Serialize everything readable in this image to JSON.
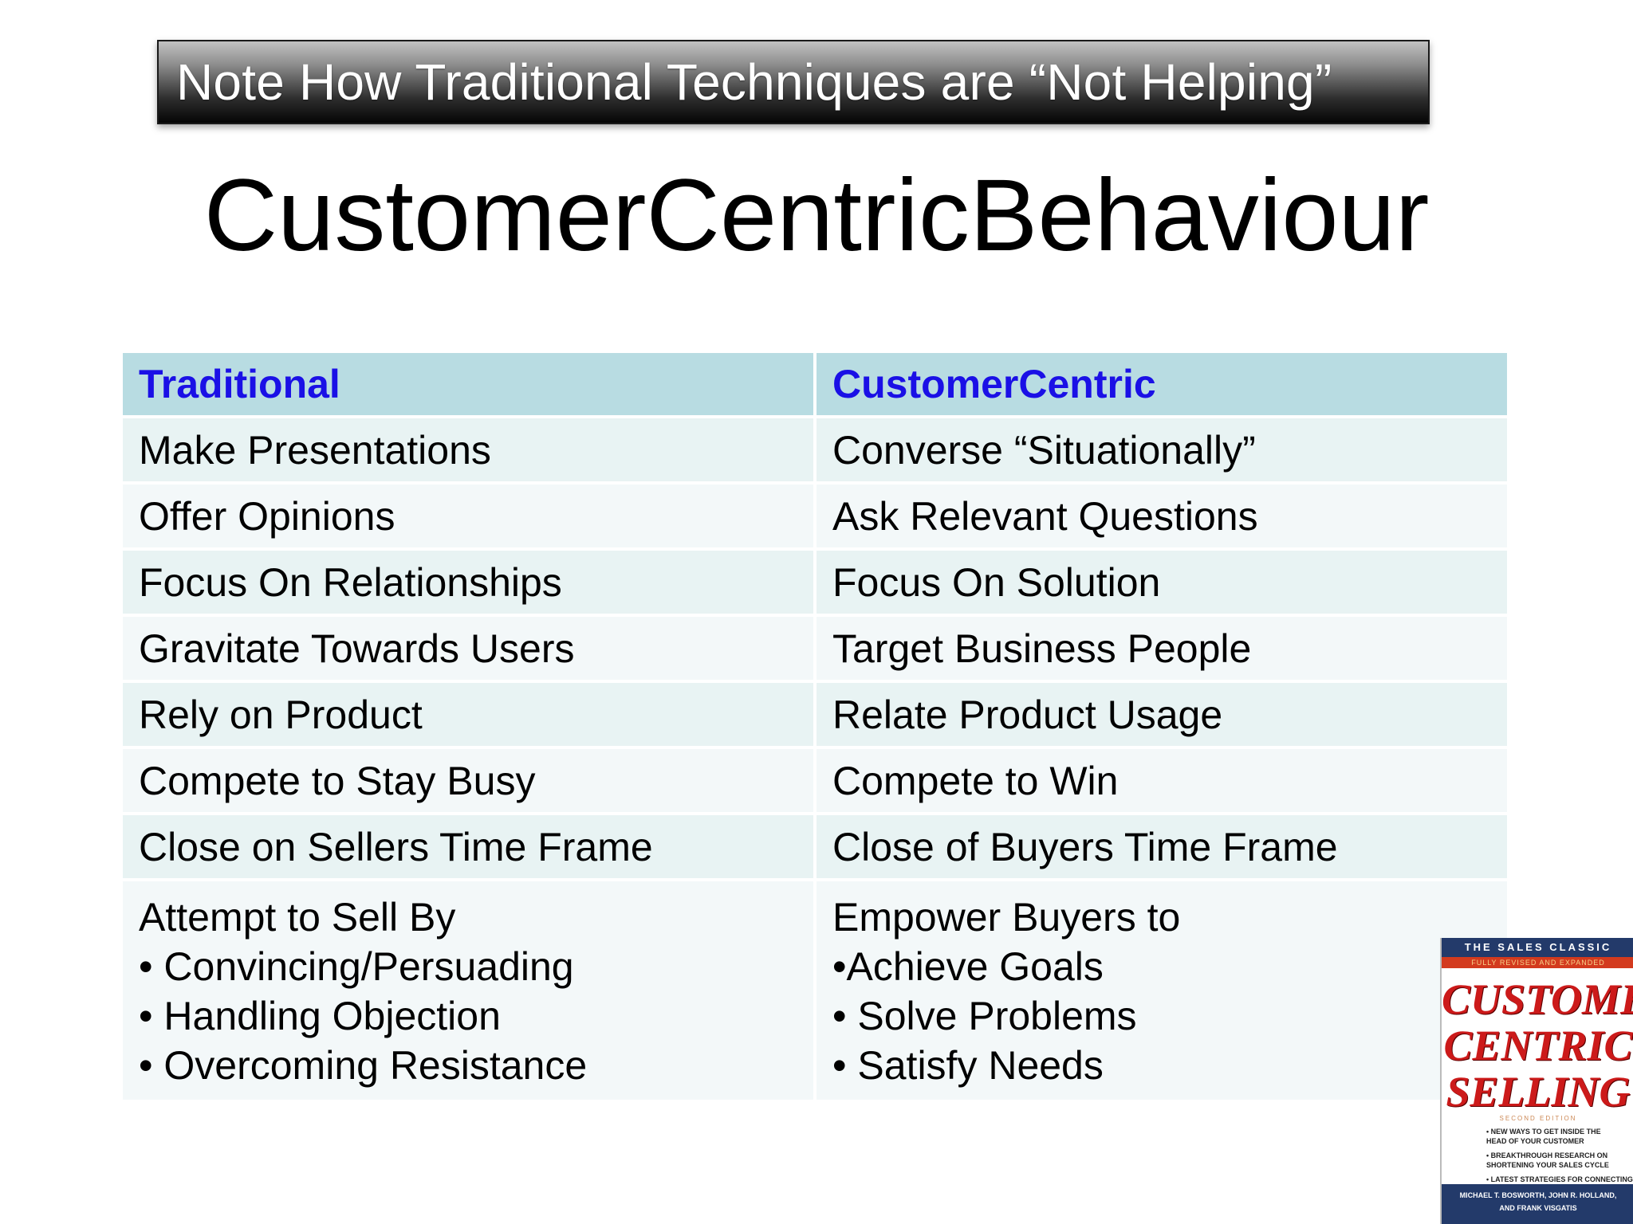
{
  "banner": {
    "text": "Note How Traditional Techniques are “Not Helping”"
  },
  "title": "CustomerCentricBehaviour",
  "table": {
    "headers": [
      "Traditional",
      "CustomerCentric"
    ],
    "rows": [
      [
        "Make Presentations",
        "Converse “Situationally”"
      ],
      [
        "Offer Opinions",
        "Ask Relevant Questions"
      ],
      [
        "Focus On Relationships",
        "Focus On Solution"
      ],
      [
        "Gravitate Towards Users",
        "Target Business People"
      ],
      [
        "Rely on Product",
        "Relate Product Usage"
      ],
      [
        "Compete to Stay Busy",
        "Compete to Win"
      ],
      [
        "Close on Sellers Time Frame",
        "Close of Buyers Time Frame"
      ]
    ],
    "last_row": {
      "left": [
        "Attempt to Sell By",
        "• Convincing/Persuading",
        "• Handling Objection",
        "• Overcoming Resistance"
      ],
      "right": [
        "Empower Buyers to",
        "•Achieve Goals",
        "• Solve Problems",
        "• Satisfy Needs"
      ]
    }
  },
  "book_cover": {
    "top_band": "THE SALES CLASSIC",
    "sub_band": "FULLY REVISED AND EXPANDED",
    "title_lines": [
      "CUSTOMER",
      "CENTRIC",
      "SELLING"
    ],
    "edition": "SECOND EDITION",
    "bullets": [
      "• NEW WAYS TO GET INSIDE THE\nHEAD OF YOUR CUSTOMER",
      "• BREAKTHROUGH RESEARCH ON\nSHORTENING YOUR SALES CYCLE",
      "• LATEST STRATEGIES FOR CONNECTING\nWITH YOUR CUSTOMERS ONLINE"
    ],
    "authors_line1": "MICHAEL T. BOSWORTH, JOHN R. HOLLAND,",
    "authors_line2": "AND FRANK VISGATIS"
  }
}
